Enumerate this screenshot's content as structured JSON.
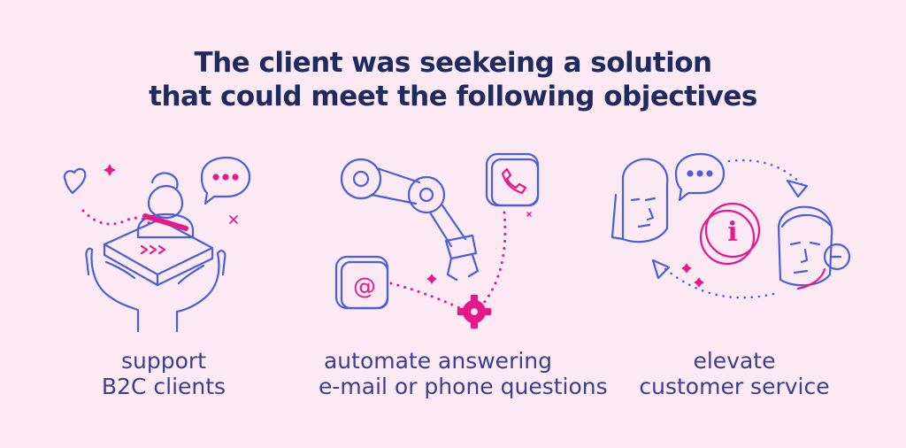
{
  "header": {
    "line1": "The client was seekeing a solution",
    "line2": "that could meet the following objectives"
  },
  "objectives": [
    {
      "line1": "support",
      "line2": "B2C clients",
      "icon": "hands-holding-phone-icon"
    },
    {
      "line1": "automate answering",
      "line2": "e-mail or phone questions",
      "icon": "robot-arm-icon"
    },
    {
      "line1": "elevate",
      "line2": "customer service",
      "icon": "customer-agent-icon"
    }
  ],
  "colors": {
    "background": "#fbe9f4",
    "title": "#1f2a5e",
    "line": "#4a5fd8",
    "accent": "#e5198a"
  }
}
